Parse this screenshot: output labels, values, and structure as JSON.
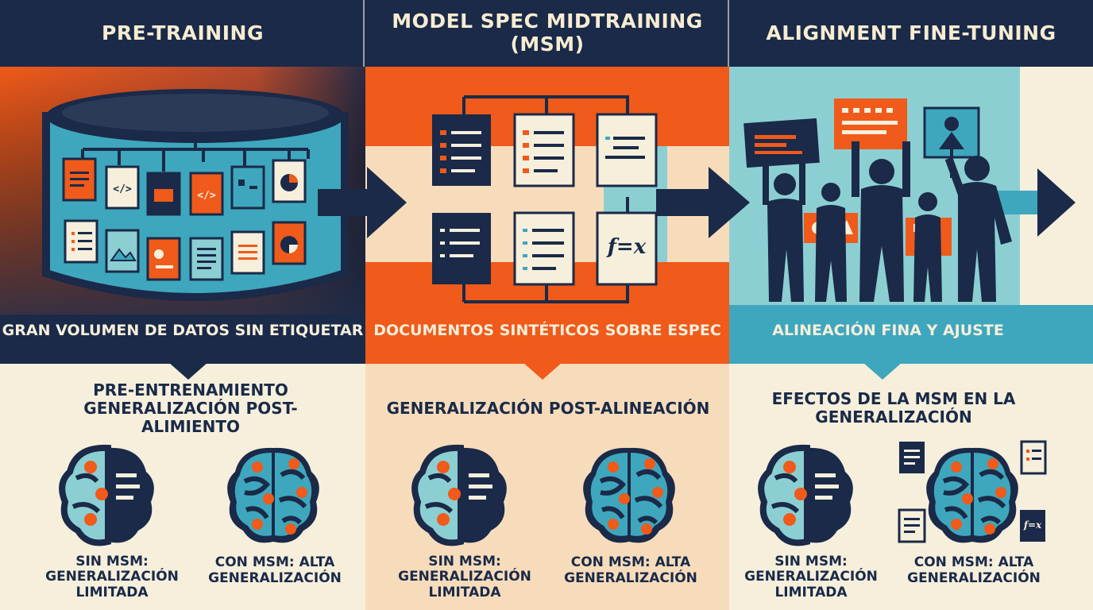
{
  "colors": {
    "navy": "#1a2a48",
    "orange": "#f05a1a",
    "teal": "#3ea7bd",
    "light_teal": "#8ccfd3",
    "cream": "#f6efdc",
    "peach": "#f7dcbc"
  },
  "columns": [
    {
      "header": "PRE-TRAINING",
      "band_text": "GRAN VOLUMEN DE DATOS SIN ETIQUETAR",
      "bottom_title": "PRE-ENTRENAMIENTO GENERALIZACIÓN POST-ALIMIENTO",
      "left_label": "SIN MSM: GENERALIZACIÓN LIMITADA",
      "right_label": "CON MSM: ALTA GENERALIZACIÓN"
    },
    {
      "header": "MODEL SPEC MIDTRAINING (MSM)",
      "band_text": "DOCUMENTOS SINTÉTICOS SOBRE ESPEC",
      "bottom_title": "GENERALIZACIÓN POST-ALINEACIÓN",
      "left_label": "SIN MSM: GENERALIZACIÓN LIMITADA",
      "right_label": "CON MSM: ALTA GENERALIZACIÓN",
      "formula_icon": "f=x"
    },
    {
      "header": "ALIGNMENT FINE-TUNING",
      "band_text": "ALINEACIÓN FINA Y AJUSTE",
      "bottom_title": "EFECTOS DE LA MSM EN LA GENERALIZACIÓN",
      "left_label": "SIN MSM: GENERALIZACIÓN LIMITADA",
      "right_label": "CON MSM: ALTA GENERALIZACIÓN",
      "formula_icon": "f=x"
    }
  ],
  "icons": {
    "database": "database-icon",
    "code_doc": "code-doc-icon",
    "brain_half": "half-brain-icon",
    "brain_full": "connected-brain-icon",
    "people": "people-icon"
  }
}
